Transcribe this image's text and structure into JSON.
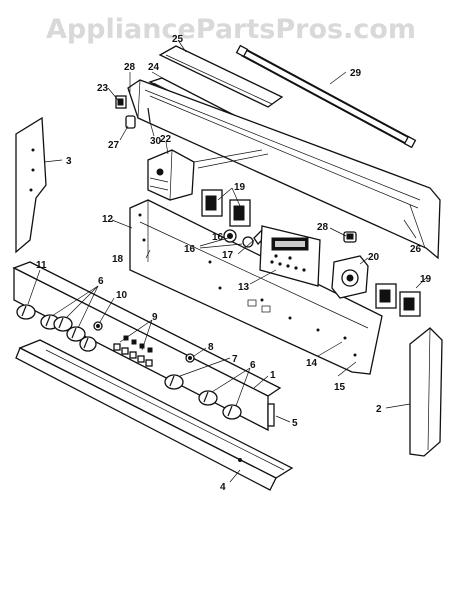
{
  "watermark": "AppliancePartsPros.com",
  "callouts": [
    {
      "id": "c25",
      "text": "25"
    },
    {
      "id": "c28a",
      "text": "28"
    },
    {
      "id": "c24",
      "text": "24"
    },
    {
      "id": "c29",
      "text": "29"
    },
    {
      "id": "c23",
      "text": "23"
    },
    {
      "id": "c3",
      "text": "3"
    },
    {
      "id": "c27",
      "text": "27"
    },
    {
      "id": "c30",
      "text": "30"
    },
    {
      "id": "c22",
      "text": "22"
    },
    {
      "id": "c19a",
      "text": "19"
    },
    {
      "id": "c28b",
      "text": "28"
    },
    {
      "id": "c26",
      "text": "26"
    },
    {
      "id": "c12",
      "text": "12"
    },
    {
      "id": "c16a",
      "text": "16"
    },
    {
      "id": "c16b",
      "text": "16"
    },
    {
      "id": "c17",
      "text": "17"
    },
    {
      "id": "c18",
      "text": "18"
    },
    {
      "id": "c20",
      "text": "20"
    },
    {
      "id": "c13",
      "text": "13"
    },
    {
      "id": "c19b",
      "text": "19"
    },
    {
      "id": "c11",
      "text": "11"
    },
    {
      "id": "c6a",
      "text": "6"
    },
    {
      "id": "c10",
      "text": "10"
    },
    {
      "id": "c9",
      "text": "9"
    },
    {
      "id": "c14",
      "text": "14"
    },
    {
      "id": "c15",
      "text": "15"
    },
    {
      "id": "c8",
      "text": "8"
    },
    {
      "id": "c7",
      "text": "7"
    },
    {
      "id": "c6b",
      "text": "6"
    },
    {
      "id": "c1",
      "text": "1"
    },
    {
      "id": "c2",
      "text": "2"
    },
    {
      "id": "c5",
      "text": "5"
    },
    {
      "id": "c4",
      "text": "4"
    }
  ]
}
